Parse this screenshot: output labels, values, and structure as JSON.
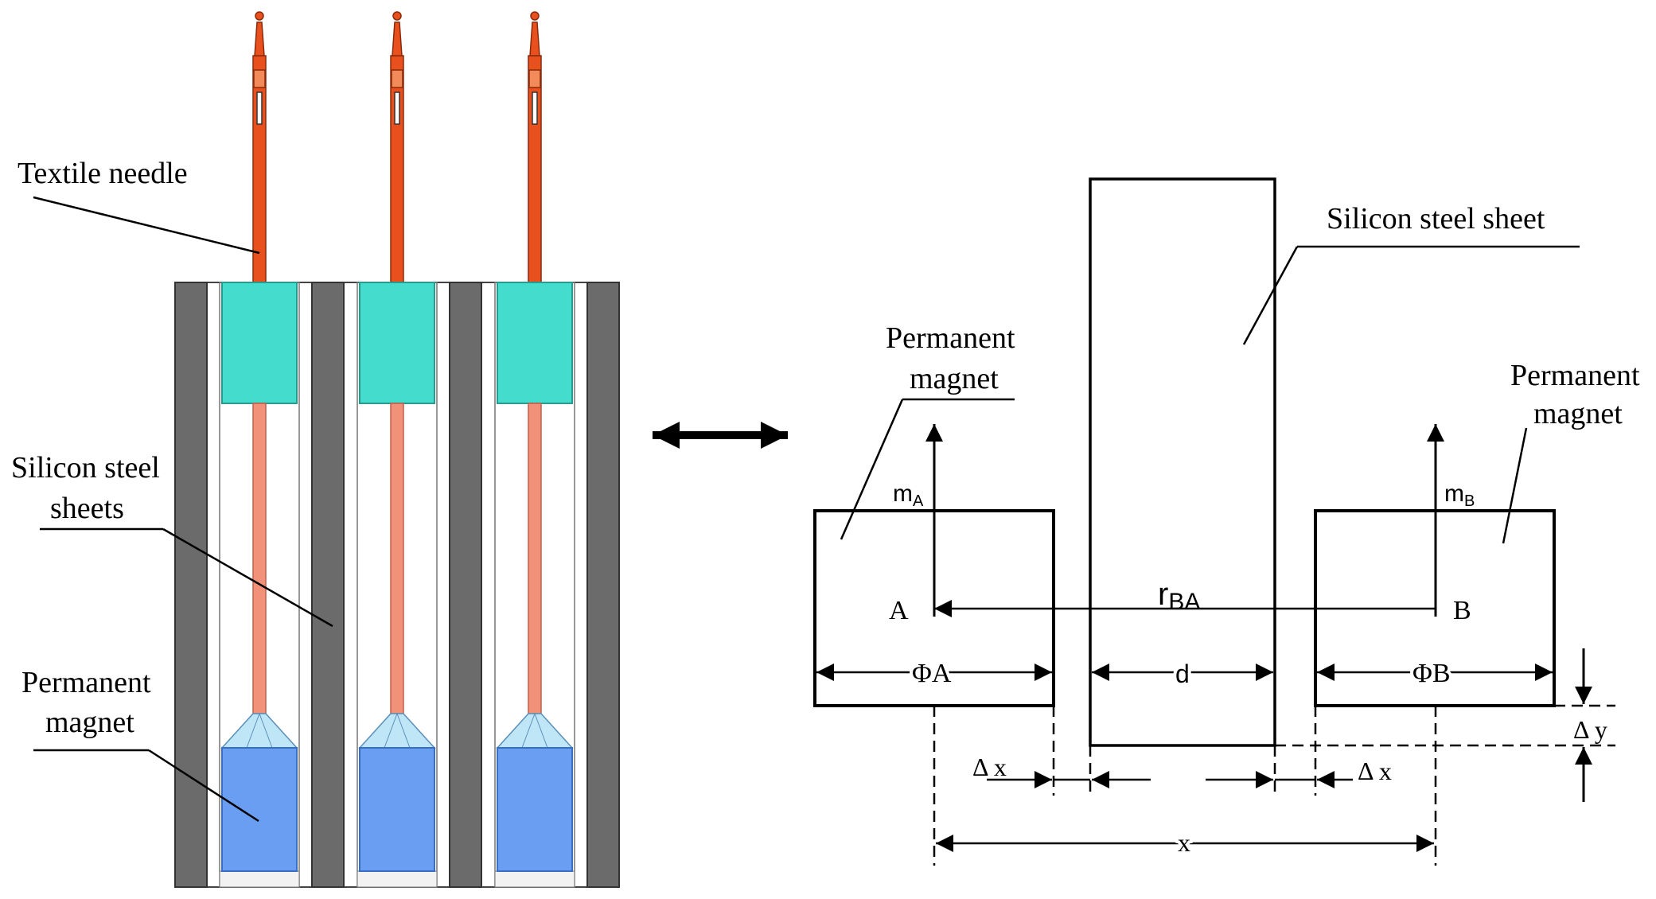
{
  "left_panel": {
    "labels": {
      "textile_needle": "Textile needle",
      "silicon_steel_line1": "Silicon steel",
      "silicon_steel_line2": "sheets",
      "permanent_magnet_line1": "Permanent",
      "permanent_magnet_line2": "magnet"
    },
    "needle_count": 3,
    "colors": {
      "steel": "#6b6b6b",
      "needle": "#e8501d",
      "needle_dark": "#b03a12",
      "stem": "#f2917a",
      "cap": "#43dccd",
      "magnet": "#6a9ef2",
      "cone": "#bfe6f7"
    }
  },
  "right_panel": {
    "labels": {
      "silicon_steel_sheet": "Silicon steel sheet",
      "pm_left_line1": "Permanent",
      "pm_left_line2": "magnet",
      "pm_right_line1": "Permanent",
      "pm_right_line2": "magnet",
      "mA_base": "m",
      "mA_sub": "A",
      "mB_base": "m",
      "mB_sub": "B",
      "point_A": "A",
      "point_B": "B",
      "rBA_base": "r",
      "rBA_sub": "BA",
      "phiA": "ΦA",
      "phiB": "ΦB",
      "d": "d",
      "dx_left": "Δ x",
      "dx_right": "Δ x",
      "dy": "Δ y",
      "x": "x"
    }
  }
}
